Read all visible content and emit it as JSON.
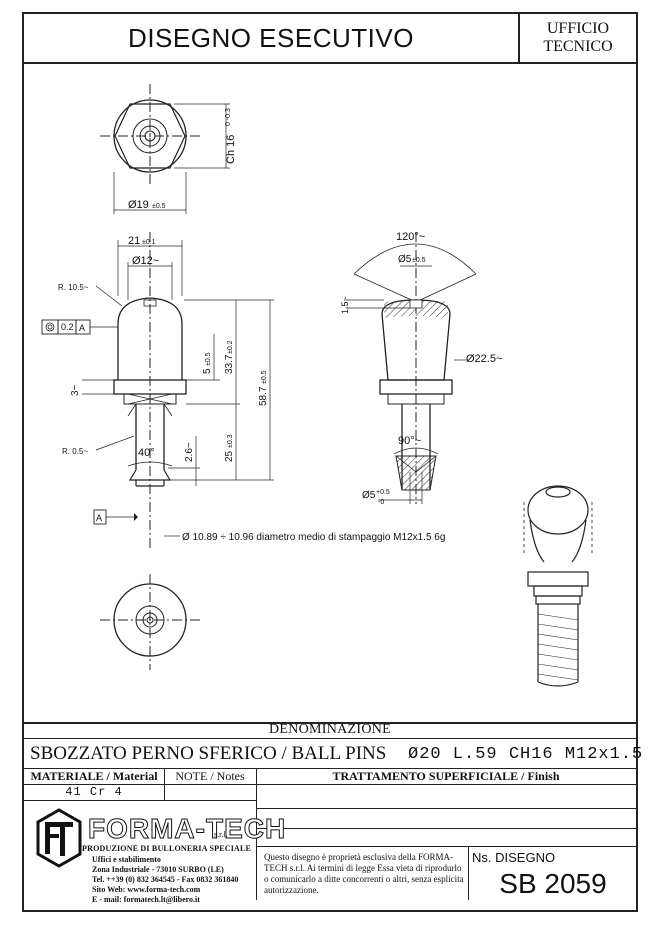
{
  "header": {
    "title": "DISEGNO ESECUTIVO",
    "office_line1": "UFFICIO",
    "office_line2": "TECNICO"
  },
  "dimensions": {
    "hex_width": "Ch 16",
    "hex_tol": "0\n-0.3",
    "top_diameter": "Ø19",
    "top_diameter_tol": "±0.5",
    "width_21": "21",
    "width_21_tol": "±0.1",
    "ball_dia": "Ø12~",
    "radius_top": "R. 10.5~",
    "radius_neck": "R. 0.5~",
    "concentricity_value": "0.2",
    "datum": "A",
    "flange_h": "3~",
    "dim_5": "5",
    "dim_5_tol": "±0.5",
    "dim_337": "33.7",
    "dim_337_tol": "±0.2",
    "dim_587": "58.7",
    "dim_587_tol": "±0.5",
    "dim_25": "25",
    "dim_25_tol": "±0.3",
    "dim_26": "2.6~",
    "angle_40": "40°",
    "thread_note": "Ø 10.89 ÷ 10.96 diametro medio di stampaggio M12x1.5 6g",
    "angle_120": "120°~",
    "hole_dia": "Ø5",
    "hole_dia_tol": "±0.5",
    "depth_15": "1.5~",
    "ball_225": "Ø22.5~",
    "angle_90": "90°~",
    "bottom_hole": "Ø5",
    "bottom_hole_tol_up": "+0.5",
    "bottom_hole_tol_dn": "-0"
  },
  "title_block": {
    "denominazione_label": "DENOMINAZIONE",
    "name": "SBOZZATO PERNO SFERICO / BALL PINS",
    "spec": "Ø20 L.59 CH16 M12x1.5",
    "materiale_label": "MATERIALE / Material",
    "note_label": "NOTE / Notes",
    "finish_label": "TRATTAMENTO SUPERFICIALE / Finish",
    "material_value": "41 Cr 4",
    "brand": "FORMA-TECH",
    "brand_suffix": "s.r.l.",
    "tagline": "PRODUZIONE DI BULLONERIA SPECIALE",
    "addr1": "Uffici e stabilimento",
    "addr2": "Zona Industriale - 73010 SURBO (LE)",
    "addr3": "Tel. ++39 (0) 832 364545 - Fax 0832 361840",
    "addr4": "Sito Web:  www.forma-tech.com",
    "addr5": "E - mail:  formatech.lt@libero.it",
    "legal": "Questo disegno è proprietà esclusiva della FORMA-TECH s.r.l. Ai termini di legge Essa vieta di riprodurlo o comunicarlo a ditte concorrenti o altri, senza esplicita autorizzazione.",
    "ns_label": "Ns. DISEGNO",
    "ns_value": "SB 2059"
  }
}
